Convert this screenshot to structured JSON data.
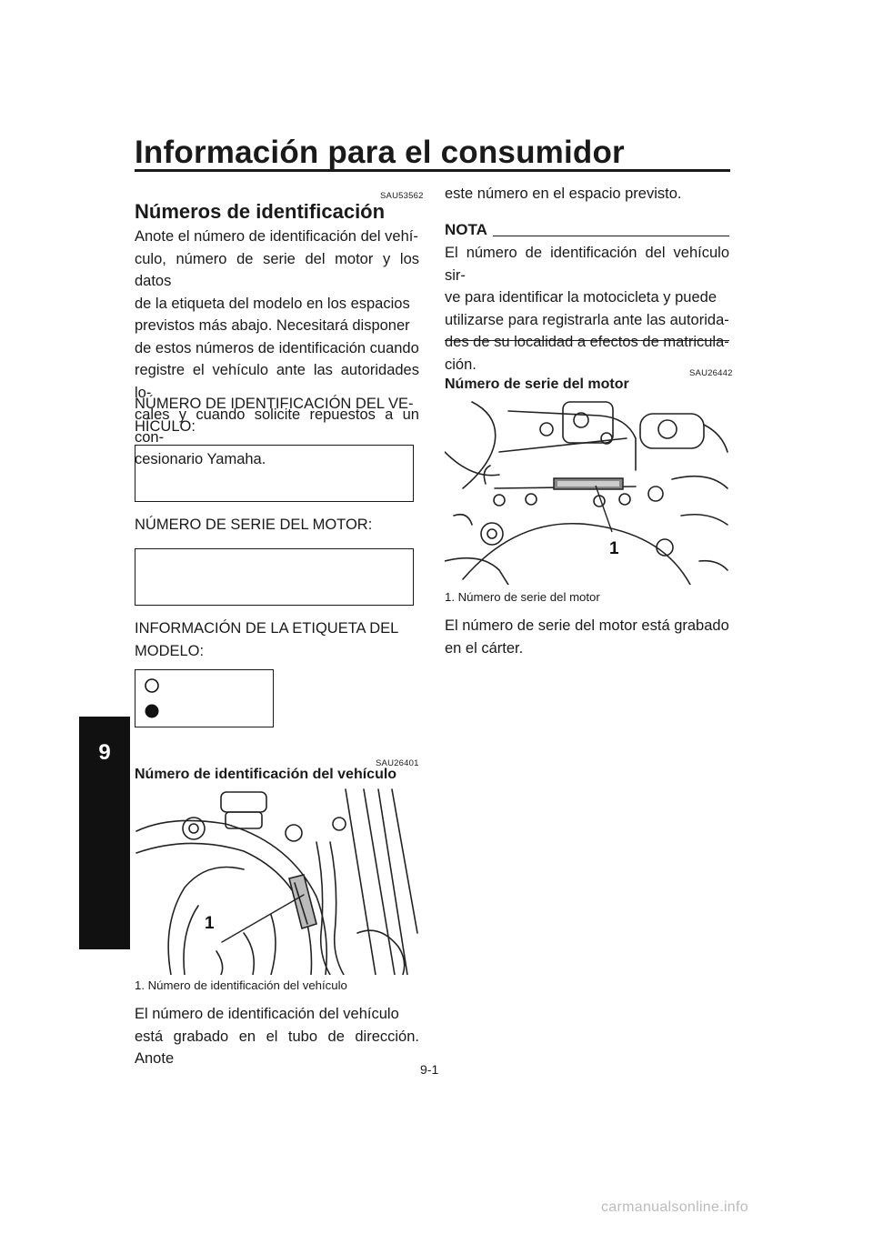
{
  "header": {
    "title": "Información para el consumidor"
  },
  "side_tab": {
    "chapter": "9"
  },
  "section1": {
    "code": "SAU53562",
    "heading": "Números de identificación",
    "paragraph_lines": [
      "Anote el número de identificación del vehí-",
      "culo, número de serie del motor y los datos",
      "de la etiqueta del modelo en los espacios",
      "previstos más abajo. Necesitará disponer",
      "de estos números de identificación cuando",
      "registre el vehículo ante las autoridades lo-",
      "cales y cuando solicite repuestos a un con-",
      "cesionario Yamaha."
    ],
    "vin_label_lines": [
      "NÚMERO DE IDENTIFICACIÓN DEL VE-",
      "HÍCULO:"
    ],
    "engine_label": "NÚMERO DE SERIE DEL MOTOR:",
    "model_label_lines": [
      "INFORMACIÓN DE LA ETIQUETA DEL",
      "MODELO:"
    ]
  },
  "section2": {
    "code": "SAU26401",
    "heading": "Número de identificación del vehículo",
    "callout": "1",
    "caption": "1. Número de identificación del vehículo",
    "paragraph_lines": [
      "El número de identificación del vehículo",
      "está grabado en el tubo de dirección. Anote"
    ]
  },
  "right_column": {
    "continued_text": "este número en el espacio previsto.",
    "nota": {
      "label": "NOTA",
      "lines": [
        "El número de identificación del vehículo sir-",
        "ve para identificar la motocicleta y puede",
        "utilizarse para registrarla ante las autorida-",
        "des de su localidad a efectos de matricula-",
        "ción."
      ]
    }
  },
  "section3": {
    "code": "SAU26442",
    "heading": "Número de serie del motor",
    "callout": "1",
    "caption": "1. Número de serie del motor",
    "paragraph_lines": [
      "El número de serie del motor está grabado",
      "en el cárter."
    ]
  },
  "footer": {
    "page_number": "9-1",
    "watermark": "carmanualsonline.info"
  }
}
